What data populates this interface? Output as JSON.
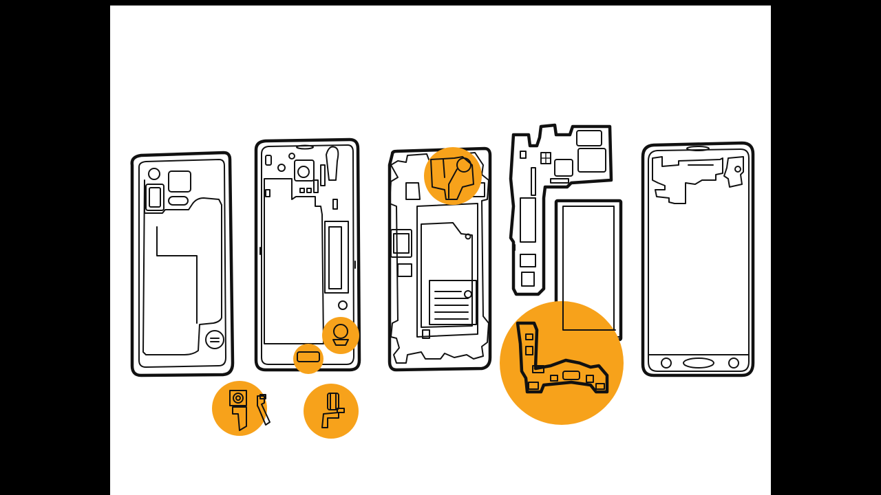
{
  "diagram": {
    "background": "#ffffff",
    "letterbox": "#000000",
    "accent": "#f7a21b",
    "stroke": "#111111",
    "components": [
      {
        "id": "back-cover",
        "highlights": []
      },
      {
        "id": "midframe",
        "highlights": [
          "speaker",
          "earpiece"
        ]
      },
      {
        "id": "chassis",
        "highlights": [
          "camera-area"
        ]
      },
      {
        "id": "motherboard",
        "highlights": [
          "charging-port-flex"
        ]
      },
      {
        "id": "display",
        "highlights": []
      }
    ],
    "callouts": [
      "rear-camera-module",
      "front-camera-module"
    ]
  }
}
